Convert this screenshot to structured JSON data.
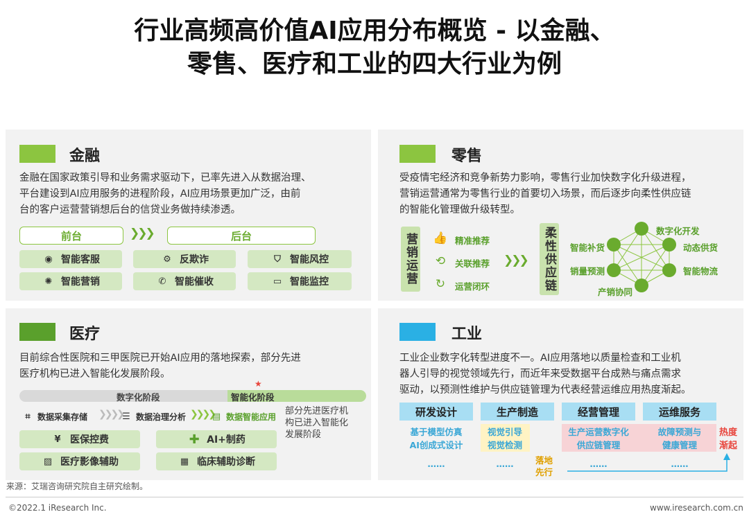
{
  "title": {
    "line1": "行业高频高价值AI应用分布概览 - 以金融、",
    "line2": "零售、医疗和工业的四大行业为例"
  },
  "colors": {
    "green": "#8cc540",
    "dark_green": "#6aab2e",
    "light_green": "#d4e8c2",
    "blue": "#2ab0e4",
    "light_blue": "#a8def3",
    "pink": "#f7d3d6",
    "yellow": "#fff3c4",
    "red": "#e8453c"
  },
  "finance": {
    "title": "金融",
    "text": [
      "金融在国家政策引导和业务需求驱动下，已率先进入从数据治理、",
      "平台建设到AI应用服务的进程阶段，AI应用场景更加广泛，由前",
      "台的客户运营营销想后台的信贷业务做持续渗透。"
    ],
    "front": "前台",
    "back": "后台",
    "items": [
      {
        "label": "智能客服",
        "icon": "headset-icon"
      },
      {
        "label": "反欺诈",
        "icon": "gears-icon"
      },
      {
        "label": "智能风控",
        "icon": "shield-hand-icon"
      },
      {
        "label": "智能营销",
        "icon": "network-icon"
      },
      {
        "label": "智能催收",
        "icon": "phone-icon"
      },
      {
        "label": "智能监控",
        "icon": "monitor-icon"
      }
    ]
  },
  "retail": {
    "title": "零售",
    "text": [
      "受疫情宅经济和竞争新势力影响，零售行业加快数字化升级进程，",
      "营销运营通常为零售行业的首要切入场景，而后逐步向柔性供应链",
      "的智能化管理做升级转型。"
    ],
    "left_box": "营销运营",
    "left_items": [
      {
        "label": "精准推荐",
        "icon": "thumbs-up-icon"
      },
      {
        "label": "关联推荐",
        "icon": "share-icon"
      },
      {
        "label": "运营闭环",
        "icon": "cycle-icon"
      }
    ],
    "right_box": "柔性供应链",
    "nodes": [
      "数字化开发",
      "动态供货",
      "智能物流",
      "产销协同",
      "销量预测",
      "智能补货"
    ]
  },
  "medical": {
    "title": "医疗",
    "text": [
      "目前综合性医院和三甲医院已开始AI应用的落地探索，部分先进",
      "医疗机构已进入智能化发展阶段。"
    ],
    "stage1": "数字化阶段",
    "stage2": "智能化阶段",
    "steps": [
      "数据采集存储",
      "数据治理分析",
      "数据智能应用"
    ],
    "note": [
      "部分先进医疗机",
      "构已进入智能化",
      "发展阶段"
    ],
    "items": [
      {
        "label": "医保控费",
        "icon": "yen-icon"
      },
      {
        "label": "AI+制药",
        "icon": "cross-icon"
      },
      {
        "label": "医疗影像辅助",
        "icon": "image-icon"
      },
      {
        "label": "临床辅助诊断",
        "icon": "clipboard-icon"
      }
    ]
  },
  "industry": {
    "title": "工业",
    "text": [
      "工业企业数字化转型进度不一。AI应用落地以质量检查和工业机",
      "器人引导的视觉领域先行，而近年来受数据平台成熟与痛点需求",
      "驱动，以预测性维护与供应链管理为代表经营运维应用热度渐起。"
    ],
    "columns": [
      {
        "head": "研发设计",
        "items": [
          "基于模型仿真",
          "AI创成式设计"
        ],
        "more": "……"
      },
      {
        "head": "生产制造",
        "items": [
          "视觉引导",
          "视觉检测"
        ],
        "more": "……"
      },
      {
        "head": "经营管理",
        "items": [
          "生产运营数字化",
          "供应链管理"
        ],
        "more": "……"
      },
      {
        "head": "运维服务",
        "items": [
          "故障预测与",
          "健康管理"
        ],
        "more": "……"
      }
    ],
    "first_label": [
      "落地",
      "先行"
    ],
    "heat_label": [
      "热度",
      "渐起"
    ]
  },
  "source": "来源：艾瑞咨询研究院自主研究绘制。",
  "footer": {
    "left": "©2022.1 iResearch Inc.",
    "right": "www.iresearch.com.cn"
  }
}
